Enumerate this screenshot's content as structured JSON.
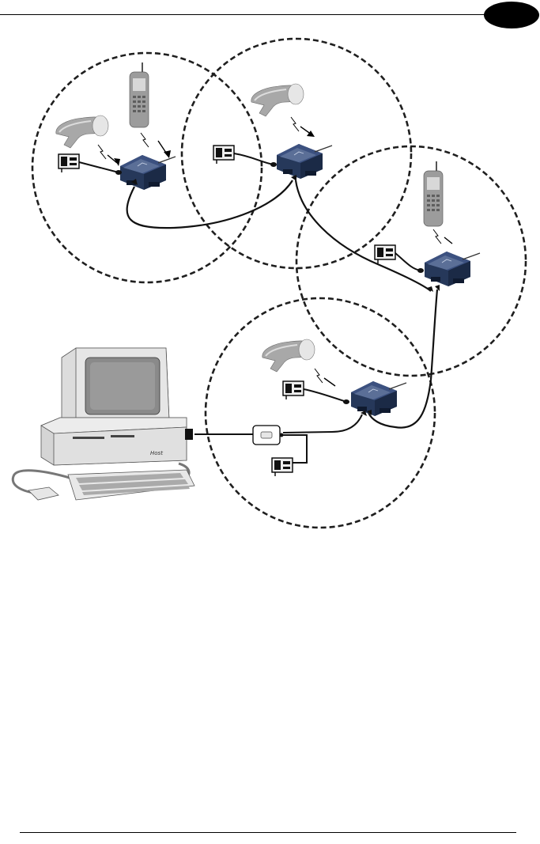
{
  "page": {
    "header_tab_color": "#000000",
    "rule_color": "#000000"
  },
  "diagram": {
    "kind": "wireless-network-installation",
    "colors": {
      "base_station": "#26385a",
      "base_station_light": "#5b6f97",
      "cell_boundary": "#1f1f1f",
      "device_gray": "#9a9a9a",
      "device_light": "#d9d9d9",
      "cable": "#111111"
    },
    "cells": [
      {
        "name": "cell-1",
        "devices": [
          "handheld-scanner",
          "mobile-terminal",
          "power-adapter",
          "base-station"
        ]
      },
      {
        "name": "cell-2",
        "devices": [
          "handheld-scanner",
          "power-adapter",
          "base-station"
        ]
      },
      {
        "name": "cell-3",
        "devices": [
          "mobile-terminal",
          "power-adapter",
          "base-station"
        ]
      },
      {
        "name": "cell-4",
        "devices": [
          "handheld-scanner",
          "power-adapter",
          "base-station",
          "interface-adapter"
        ]
      }
    ],
    "host": {
      "devices": [
        "monitor",
        "desktop-computer",
        "keyboard",
        "mouse"
      ],
      "brand_label": "Host"
    }
  }
}
